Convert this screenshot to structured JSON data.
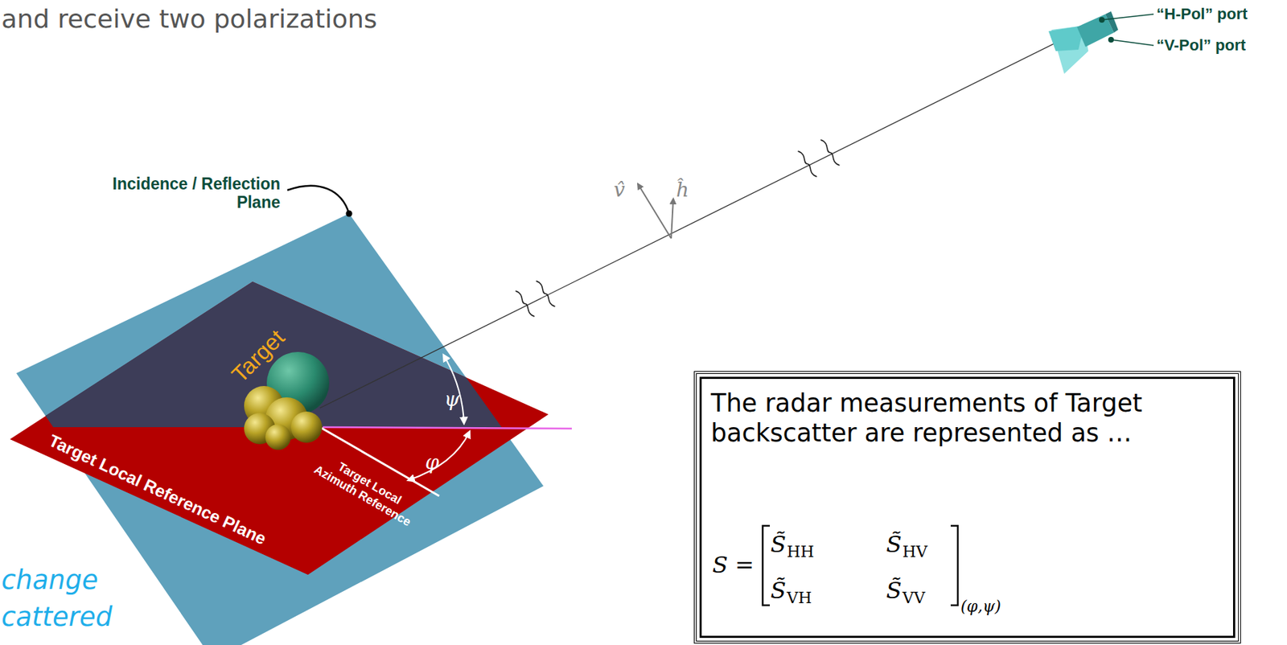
{
  "diagram": {
    "nodes": [
      {
        "text": [
          "The radar measurements of Target backscatter are represented as …",
          "S =",
          "S̃",
          "HH",
          "S̃",
          "HV",
          "S̃",
          "VH",
          "S̃",
          "VV",
          "(φ,ψ)"
        ]
      }
    ],
    "labels": [
      "and receive two polarizations",
      "“H-Pol” port",
      "“V-Pol” port",
      "Incidence / Reflection Plane",
      "v̂",
      "ĥ",
      "Target",
      "ψ",
      "φ",
      "Target Local Reference Plane",
      "Target Local Azimuth Reference",
      "change",
      "cattered"
    ]
  }
}
